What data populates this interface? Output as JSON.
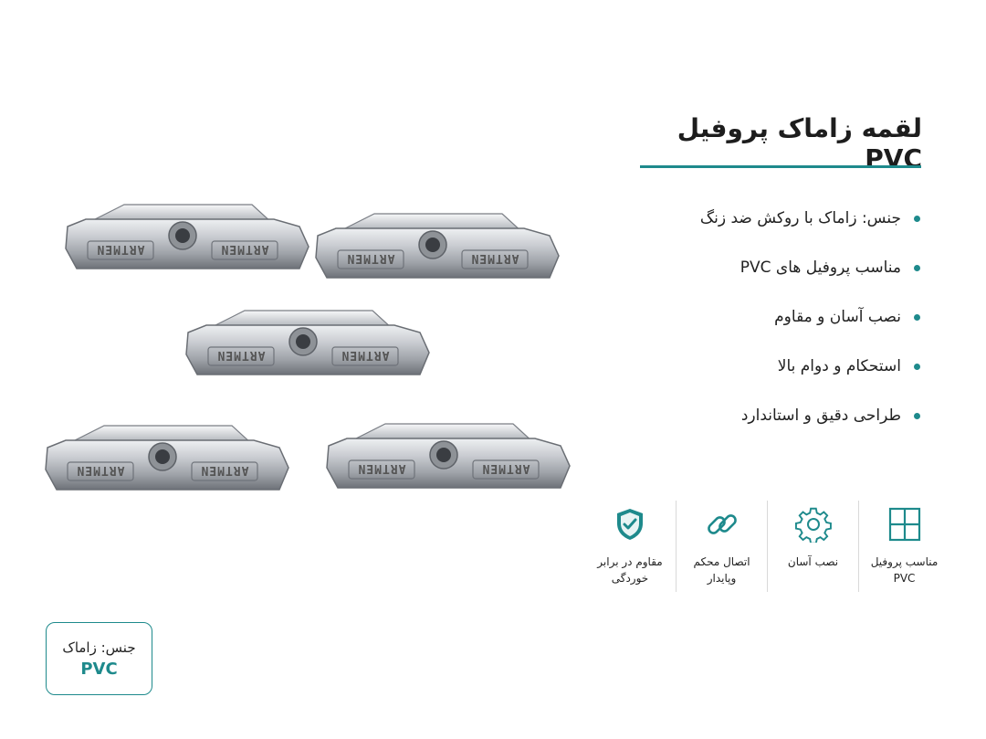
{
  "header": {
    "title": "لقمه زاماک پروفیل PVC"
  },
  "features": [
    "جنس: زاماک با روکش ضد زنگ",
    "مناسب پروفیل های PVC",
    "نصب آسان و مقاوم",
    "استحکام و دوام بالا",
    "طراحی دقیق و استاندارد"
  ],
  "badges": [
    {
      "icon": "window-icon",
      "line1": "مناسب پروفیل",
      "line2": "PVC"
    },
    {
      "icon": "gear-icon",
      "line1": "نصب آسان",
      "line2": ""
    },
    {
      "icon": "link-icon",
      "line1": "اتصال محکم",
      "line2": "وپایدار"
    },
    {
      "icon": "shield-check-icon",
      "line1": "مقاوم در برابر",
      "line2": "خوردگی"
    }
  ],
  "material": {
    "label": "جنس: زاماک",
    "value": "PVC"
  },
  "product": {
    "brand_mark": "ARTMEN"
  },
  "colors": {
    "accent": "#1e8a8c",
    "metal": "#b9bcc1"
  }
}
